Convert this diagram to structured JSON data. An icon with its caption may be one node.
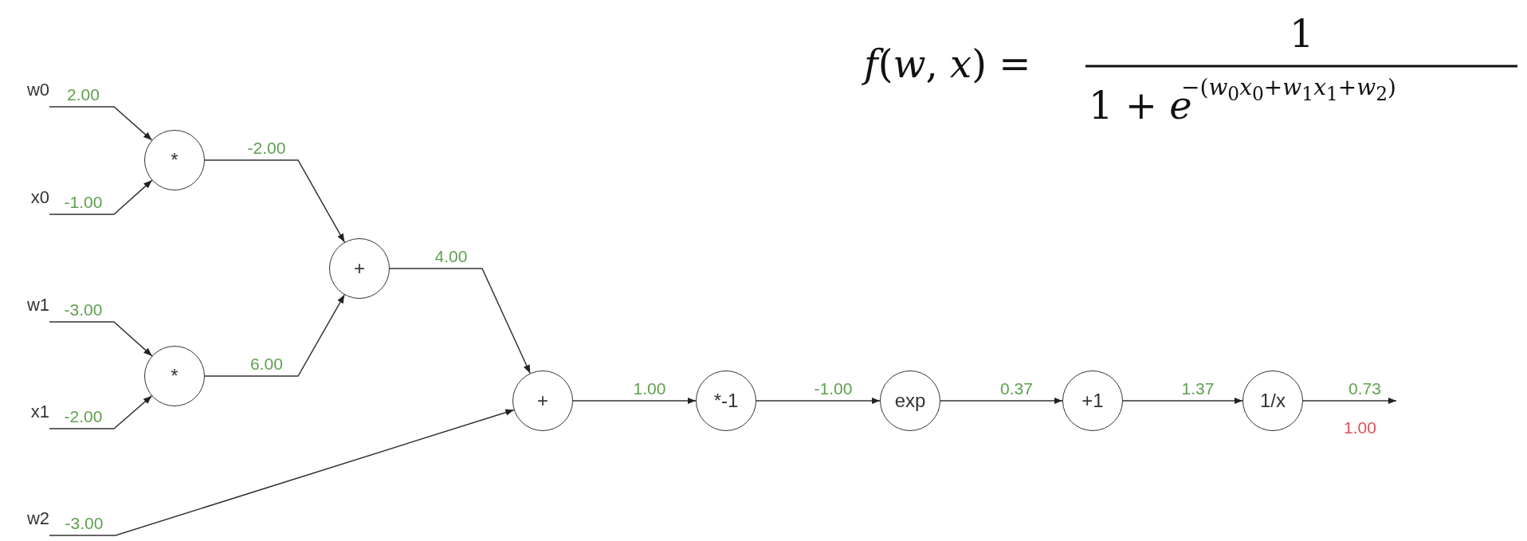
{
  "diagram": {
    "nodes": [
      {
        "text": [
          "w0"
        ]
      },
      {
        "text": [
          "x0"
        ]
      },
      {
        "text": [
          "*"
        ]
      },
      {
        "text": [
          "w1"
        ]
      },
      {
        "text": [
          "x1"
        ]
      },
      {
        "text": [
          "*"
        ]
      },
      {
        "text": [
          "+"
        ]
      },
      {
        "text": [
          "w2"
        ]
      },
      {
        "text": [
          "+"
        ]
      },
      {
        "text": [
          "*-1"
        ]
      },
      {
        "text": [
          "exp"
        ]
      },
      {
        "text": [
          "+1"
        ]
      },
      {
        "text": [
          "1/x"
        ]
      }
    ],
    "edges": [
      {
        "from": 0,
        "to": 2,
        "arrow": "to",
        "label": "2.00"
      },
      {
        "from": 1,
        "to": 2,
        "arrow": "to",
        "label": "-1.00"
      },
      {
        "from": 2,
        "to": 6,
        "arrow": "to",
        "label": "-2.00"
      },
      {
        "from": 3,
        "to": 5,
        "arrow": "to",
        "label": "-3.00"
      },
      {
        "from": 4,
        "to": 5,
        "arrow": "to",
        "label": "-2.00"
      },
      {
        "from": 5,
        "to": 6,
        "arrow": "to",
        "label": "6.00"
      },
      {
        "from": 6,
        "to": 8,
        "arrow": "to",
        "label": "4.00"
      },
      {
        "from": 7,
        "to": 8,
        "arrow": "to",
        "label": "-3.00"
      },
      {
        "from": 8,
        "to": 9,
        "arrow": "to",
        "label": "1.00"
      },
      {
        "from": 9,
        "to": 10,
        "arrow": "to",
        "label": "-1.00"
      },
      {
        "from": 10,
        "to": 11,
        "arrow": "to",
        "label": "0.37"
      },
      {
        "from": 11,
        "to": 12,
        "arrow": "to",
        "label": "1.37"
      },
      {
        "from": 12,
        "to": null,
        "arrow": "to",
        "label": "0.73"
      }
    ],
    "labels": [
      "*f*(*w*, *x*) =",
      "1",
      "1 + *e*",
      "−(*w*$_{0}$*x*$_{0}$+*w*$_{1}$*x*$_{1}$+*w*$_{2}$)",
      "1.00"
    ]
  }
}
